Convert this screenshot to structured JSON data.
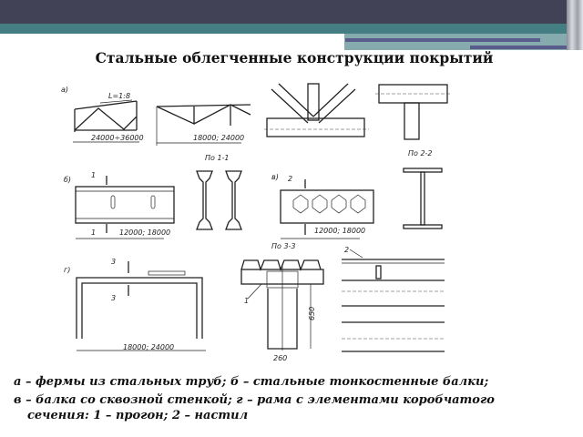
{
  "slide": {
    "title": "Стальные облегченные конструкции покрытий",
    "caption_line1": "а – фермы из стальных труб; б – стальные тонкостенные балки;",
    "caption_line2": "в – балка со сквозной стенкой; г – рама с элементами коробчатого",
    "caption_line3": "сечения: 1 – прогон; 2 – настил"
  },
  "header": {
    "dark_color": "#414255",
    "teal_color": "#447e82",
    "accent_line_color": "#5a5d8c"
  },
  "drawing": {
    "label_a": "а)",
    "slope": "L=1:8",
    "span_a1": "24000÷36000",
    "span_a2": "18000; 24000",
    "section_1_1": "По 1-1",
    "section_2_2": "По 2-2",
    "label_b": "б)",
    "label_v": "в)",
    "mark_1": "1",
    "mark_2": "2",
    "span_b": "12000; 18000",
    "span_v": "12000; 18000",
    "label_g": "г)",
    "mark_3": "3",
    "section_3_3": "По 3-3",
    "span_g": "18000; 24000",
    "height_650": "650",
    "width_260": "260",
    "purlin_1": "1",
    "deck_2": "2"
  }
}
